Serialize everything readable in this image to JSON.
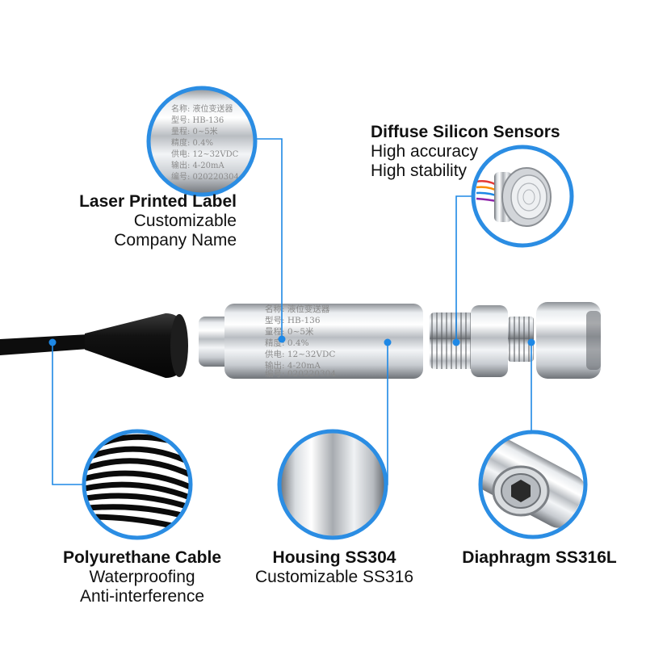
{
  "colors": {
    "accent": "#1e88e5",
    "ring": "#2b8de3"
  },
  "callouts": {
    "laser_label": {
      "title": "Laser Printed Label",
      "lines": [
        "Customizable",
        "Company Name"
      ]
    },
    "sensors": {
      "title": "Diffuse Silicon Sensors",
      "lines": [
        "High accuracy",
        "High stability"
      ]
    },
    "cable": {
      "title": "Polyurethane Cable",
      "lines": [
        "Waterproofing",
        "Anti-interference"
      ]
    },
    "housing": {
      "title": "Housing SS304",
      "lines": [
        "Customizable SS316"
      ]
    },
    "diaphragm": {
      "title": "Diaphragm SS316L",
      "lines": []
    }
  },
  "engraving": {
    "name": "名称: 液位变送器",
    "model": "型号: HB-136",
    "range": "量程: 0~5米",
    "accuracy": "精度: 0.4%",
    "supply": "供电: 12~32VDC",
    "output": "输出: 4-20mA",
    "serial": "编号: 020220304"
  }
}
